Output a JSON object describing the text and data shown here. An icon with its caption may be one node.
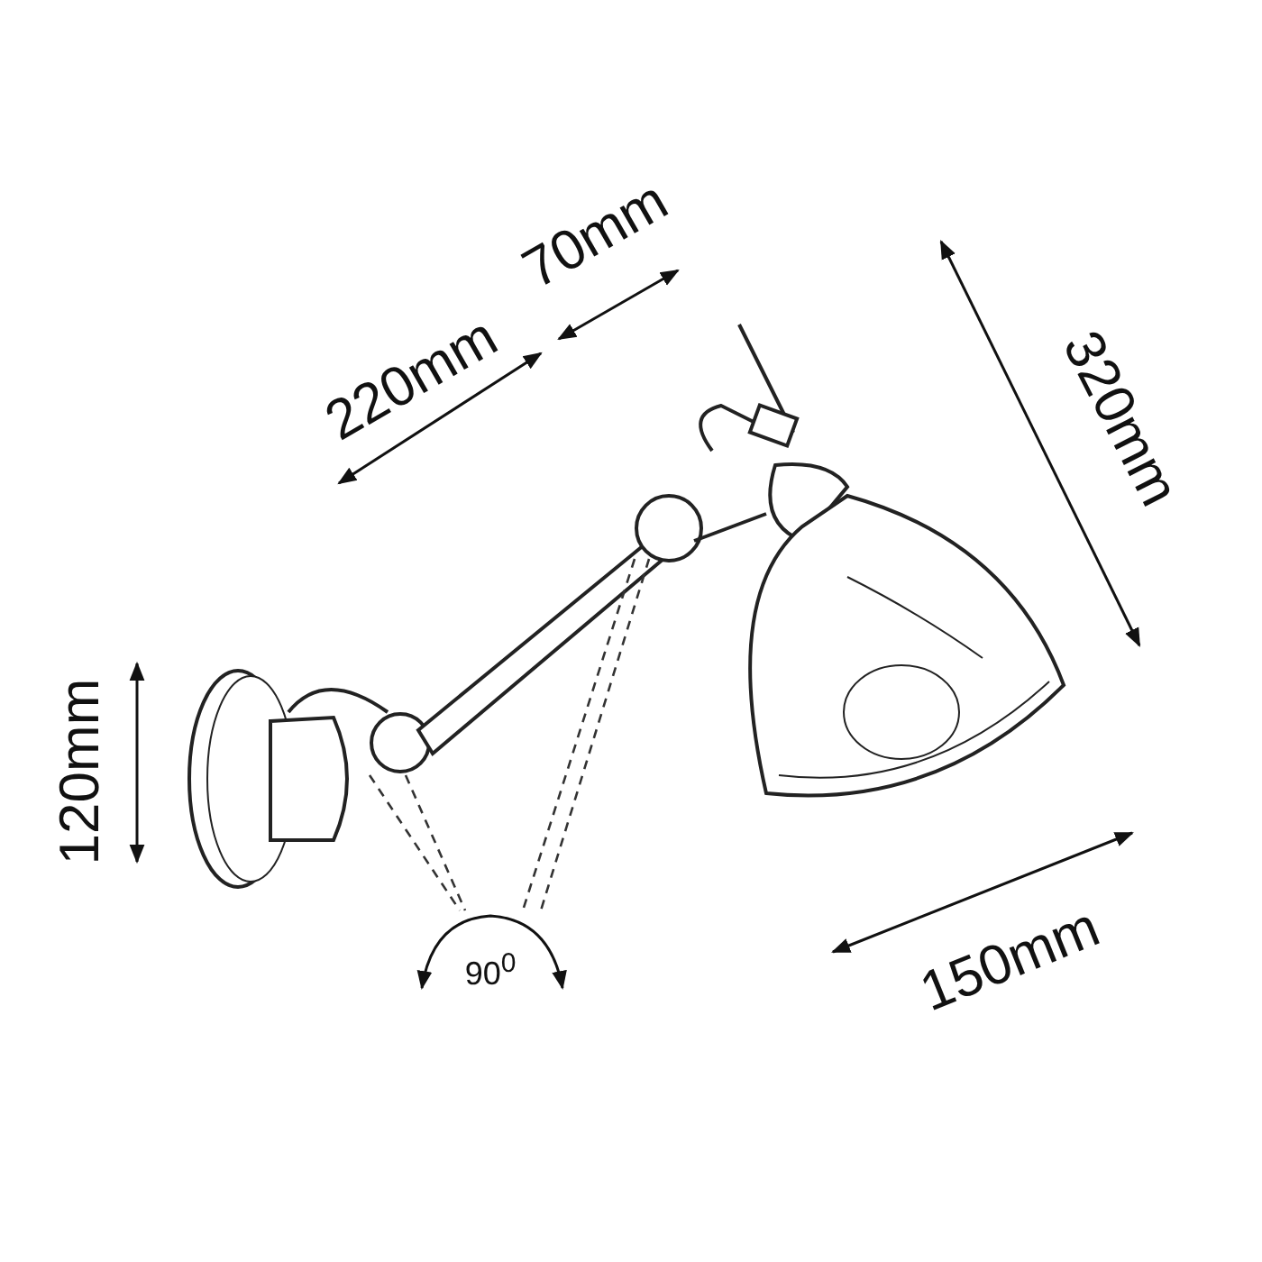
{
  "diagram": {
    "labels": [
      "220mm",
      "70mm",
      "320mm",
      "120mm",
      "90$^{0}$",
      "150mm"
    ]
  }
}
